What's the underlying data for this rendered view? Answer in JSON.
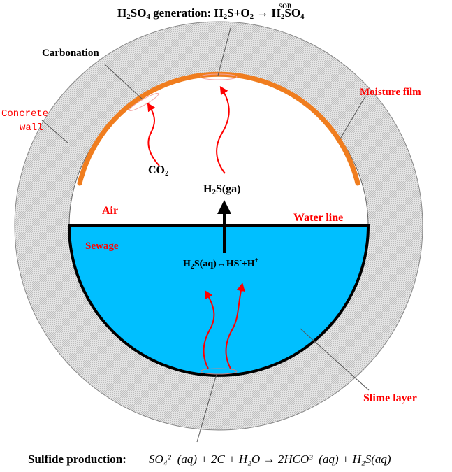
{
  "title": {
    "prefix": "H",
    "sub2": "2",
    "mid": "SO",
    "sub4": "4",
    "text": " generation: H",
    "sub2b": "2",
    "text2": "S+O",
    "sub2c": "2",
    "arrow_label": "SOB",
    "arrow": "→",
    "product": " H",
    "sub2d": "2",
    "product2": "SO",
    "sub4b": "4"
  },
  "labels": {
    "carbonation": "Carbonation",
    "concrete_wall_line1": "Concrete",
    "concrete_wall_line2": "wall",
    "moisture_film": "Moisture film",
    "co2": "CO",
    "co2_sub": "2",
    "h2s_ga": "H",
    "h2s_ga_sub": "2",
    "h2s_ga_rest": "S(ga)",
    "air": "Air",
    "water_line": "Water line",
    "sewage": "Sewage",
    "equilibrium": "H",
    "equilibrium_sub": "2",
    "equilibrium_rest": "S(aq)↔HS",
    "equilibrium_sup1": "-",
    "equilibrium_rest2": "+H",
    "equilibrium_sup2": "+",
    "slime_layer": "Slime layer"
  },
  "footer": {
    "label": "Sulfide production:",
    "equation": "SO₄²⁻(aq) + 2C + H₂O → 2HCO³⁻(aq) + H₂S(aq)"
  },
  "colors": {
    "wall": "#d9d9d9",
    "moisture_film": "#f07d1e",
    "sewage": "#00bfff",
    "arrow_red": "#ff0000",
    "label_red": "#ff0000"
  }
}
